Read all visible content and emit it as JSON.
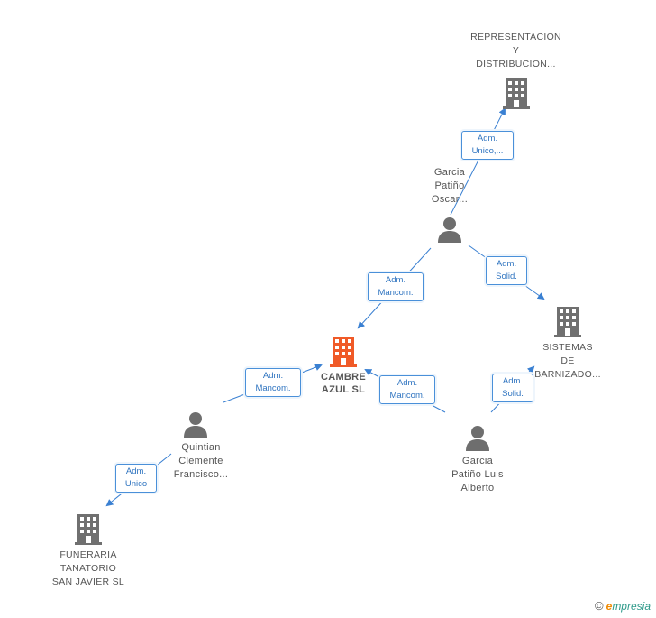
{
  "nodes": {
    "representacion": {
      "type": "company",
      "label": "REPRESENTACION\nY\nDISTRIBUCION..."
    },
    "garcia_oscar": {
      "type": "person",
      "label": "Garcia\nPatiño\nOscar..."
    },
    "sistemas": {
      "type": "company",
      "label": "SISTEMAS\nDE\nBARNIZADO..."
    },
    "cambre": {
      "type": "main",
      "label": "CAMBRE\nAZUL SL"
    },
    "quintian": {
      "type": "person",
      "label": "Quintian\nClemente\nFrancisco..."
    },
    "garcia_luis": {
      "type": "person",
      "label": "Garcia\nPatiño Luis\nAlberto"
    },
    "funeraria": {
      "type": "company",
      "label": "FUNERARIA\nTANATORIO\nSAN JAVIER SL"
    }
  },
  "edges": {
    "oscar_to_representacion": "Adm.\nUnico,...",
    "oscar_to_cambre": "Adm.\nMancom.",
    "oscar_to_sistemas": "Adm.\nSolid.",
    "quintian_to_cambre": "Adm.\nMancom.",
    "luis_to_cambre": "Adm.\nMancom.",
    "luis_to_sistemas": "Adm.\nSolid.",
    "quintian_to_funeraria": "Adm.\nUnico"
  },
  "colors": {
    "company_icon": "#707070",
    "main_icon": "#f05a28",
    "person_icon": "#6e6e6e",
    "link": "#3a80d2"
  },
  "footer": {
    "copyright": "©",
    "brand_e": "e",
    "brand_rest": "mpresia"
  }
}
